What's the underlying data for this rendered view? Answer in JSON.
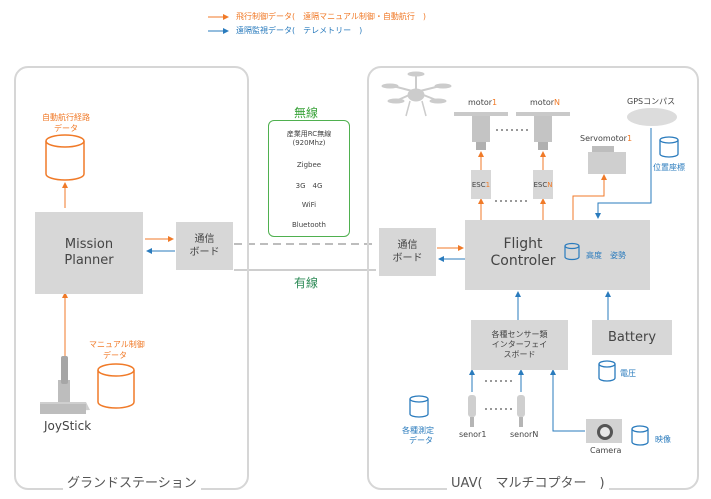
{
  "legend": {
    "flight_control": "飛行制御データ(　遠隔マニュアル制御・自動航行　)",
    "telemetry": "遠隔監視データ(　テレメトリー　)"
  },
  "colors": {
    "control": "#f07a28",
    "telemetry": "#2a7bbd",
    "wireless": "#3aa33a",
    "box": "#d7d7d7",
    "panel_border": "#d6d6d6"
  },
  "ground": {
    "route_label_1": "自動航行経路",
    "route_label_2": "データ",
    "mission_planner_1": "Mission",
    "mission_planner_2": "Planner",
    "comm_board_1": "通信",
    "comm_board_2": "ボード",
    "manual_label_1": "マニュアル制御",
    "manual_label_2": "データ",
    "joystick": "JoyStick",
    "title": "グランドステーション"
  },
  "links": {
    "wireless_title": "無線",
    "wireless_items": [
      "産業用RC無線",
      "(920Mhz)",
      "Zigbee",
      "3G　4G",
      "WiFi",
      "Bluetooth"
    ],
    "wired_title": "有線"
  },
  "uav": {
    "motor1_prefix": "motor",
    "motor1_suffix": "1",
    "motorN_prefix": "motor",
    "motorN_suffix": "N",
    "gps": "GPSコンパス",
    "position_label": "位置座標",
    "servo_prefix": "Servomotor",
    "servo_suffix": "1",
    "esc1_prefix": "ESC",
    "esc1_suffix": "1",
    "escN_prefix": "ESC",
    "escN_suffix": "N",
    "comm_board_1": "通信",
    "comm_board_2": "ボード",
    "fc_1": "Flight",
    "fc_2": "Controler",
    "fc_attitude": "高度　姿勢",
    "sensor_if_1": "各種センサー類",
    "sensor_if_2": "インターフェイ",
    "sensor_if_3": "スボード",
    "battery": "Battery",
    "voltage": "電圧",
    "measure_1": "各種測定",
    "measure_2": "データ",
    "sensor1": "senor1",
    "sensorN": "senorN",
    "camera": "Camera",
    "video": "映像",
    "title": "UAV(　マルチコプター　)"
  }
}
